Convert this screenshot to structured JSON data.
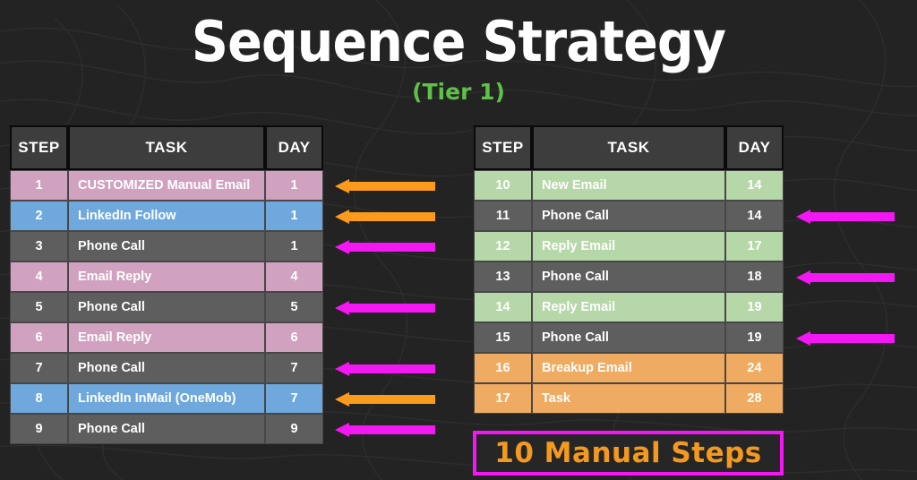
{
  "header": {
    "title": "Sequence Strategy",
    "subtitle": "(Tier 1)",
    "title_color": "#ffffff",
    "subtitle_color": "#5fc04a"
  },
  "palette": {
    "background": "#232323",
    "contour": "#2f2f2f",
    "header_cell": "#3d3d3d",
    "gray": "#5e5e5e",
    "pink": "#d0a2c0",
    "blue": "#6fa8dc",
    "green": "#b6d7a8",
    "orange": "#f0ab63",
    "arrow_orange": "#fb9b1e",
    "arrow_magenta": "#f317f3",
    "banner_text": "#f4991f",
    "banner_border": "#f317f3"
  },
  "left_table": {
    "columns": [
      "STEP",
      "TASK",
      "DAY"
    ],
    "rows": [
      {
        "step": "1",
        "task": "CUSTOMIZED Manual Email",
        "day": "1",
        "color": "pink"
      },
      {
        "step": "2",
        "task": "LinkedIn Follow",
        "day": "1",
        "color": "blue"
      },
      {
        "step": "3",
        "task": "Phone Call",
        "day": "1",
        "color": "gray"
      },
      {
        "step": "4",
        "task": "Email Reply",
        "day": "4",
        "color": "pink"
      },
      {
        "step": "5",
        "task": "Phone Call",
        "day": "5",
        "color": "gray"
      },
      {
        "step": "6",
        "task": "Email Reply",
        "day": "6",
        "color": "pink"
      },
      {
        "step": "7",
        "task": "Phone Call",
        "day": "7",
        "color": "gray"
      },
      {
        "step": "8",
        "task": "LinkedIn InMail (OneMob)",
        "day": "7",
        "color": "blue"
      },
      {
        "step": "9",
        "task": "Phone Call",
        "day": "9",
        "color": "gray"
      }
    ]
  },
  "right_table": {
    "columns": [
      "STEP",
      "TASK",
      "DAY"
    ],
    "rows": [
      {
        "step": "10",
        "task": "New Email",
        "day": "14",
        "color": "green"
      },
      {
        "step": "11",
        "task": "Phone Call",
        "day": "14",
        "color": "gray"
      },
      {
        "step": "12",
        "task": "Reply Email",
        "day": "17",
        "color": "green"
      },
      {
        "step": "13",
        "task": "Phone Call",
        "day": "18",
        "color": "gray"
      },
      {
        "step": "14",
        "task": "Reply Email",
        "day": "19",
        "color": "green"
      },
      {
        "step": "15",
        "task": "Phone Call",
        "day": "19",
        "color": "gray"
      },
      {
        "step": "16",
        "task": "Breakup Email",
        "day": "24",
        "color": "orange"
      },
      {
        "step": "17",
        "task": "Task",
        "day": "28",
        "color": "orange"
      }
    ]
  },
  "left_arrows": [
    {
      "row_index": 0,
      "color": "orange"
    },
    {
      "row_index": 1,
      "color": "orange"
    },
    {
      "row_index": 2,
      "color": "magenta"
    },
    {
      "row_index": 4,
      "color": "magenta"
    },
    {
      "row_index": 6,
      "color": "magenta"
    },
    {
      "row_index": 7,
      "color": "orange"
    },
    {
      "row_index": 8,
      "color": "magenta"
    }
  ],
  "right_arrows": [
    {
      "row_index": 1,
      "color": "magenta"
    },
    {
      "row_index": 3,
      "color": "magenta"
    },
    {
      "row_index": 5,
      "color": "magenta"
    }
  ],
  "banner": {
    "text": "10 Manual Steps"
  }
}
